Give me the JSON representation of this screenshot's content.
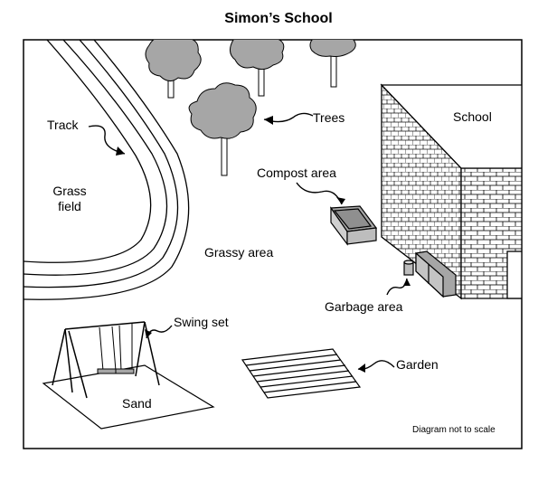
{
  "title": "Simon’s School",
  "labels": {
    "track": "Track",
    "grass_field_line1": "Grass",
    "grass_field_line2": "field",
    "trees": "Trees",
    "school": "School",
    "compost_area": "Compost area",
    "grassy_area": "Grassy area",
    "garbage_area": "Garbage area",
    "swing_set": "Swing set",
    "sand": "Sand",
    "garden": "Garden"
  },
  "note": "Diagram not to scale"
}
